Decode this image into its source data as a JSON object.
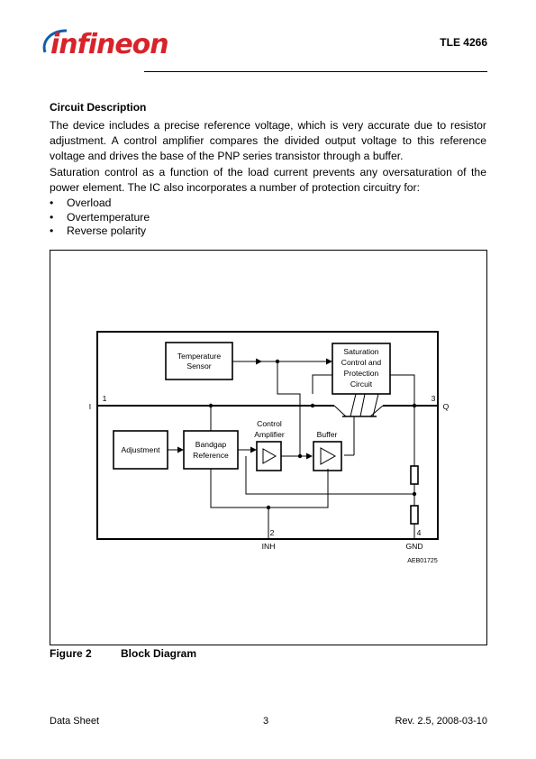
{
  "header": {
    "logo_text": "infineon",
    "doc_id": "TLE 4266"
  },
  "section": {
    "title": "Circuit Description",
    "paragraph1": "The device includes a precise reference voltage, which is very accurate due to resistor adjustment. A control amplifier compares the divided output voltage to this reference voltage and drives the base of the PNP series transistor through a buffer.",
    "paragraph2": "Saturation control as a function of the load current prevents any oversaturation of the power element. The IC also incorporates a number of protection circuitry for:",
    "bullets": [
      "Overload",
      "Overtemperature",
      "Reverse polarity"
    ]
  },
  "diagram": {
    "temp_sensor": [
      "Temperature",
      "Sensor"
    ],
    "saturation": [
      "Saturation",
      "Control and",
      "Protection",
      "Circuit"
    ],
    "adjustment": "Adjustment",
    "bandgap": [
      "Bandgap",
      "Reference"
    ],
    "control_amp": [
      "Control",
      "Amplifier"
    ],
    "buffer": "Buffer",
    "pin_in_label": "I",
    "pin_in_num": "1",
    "pin_out_label": "Q",
    "pin_out_num": "3",
    "pin_inh_num": "2",
    "pin_inh_label": "INH",
    "pin_gnd_num": "4",
    "pin_gnd_label": "GND",
    "ref_code": "AEB01725"
  },
  "figure": {
    "number": "Figure 2",
    "title": "Block Diagram"
  },
  "footer": {
    "left": "Data Sheet",
    "page": "3",
    "right": "Rev. 2.5, 2008-03-10"
  },
  "colors": {
    "brand": "#d8232a",
    "text": "#000000"
  }
}
